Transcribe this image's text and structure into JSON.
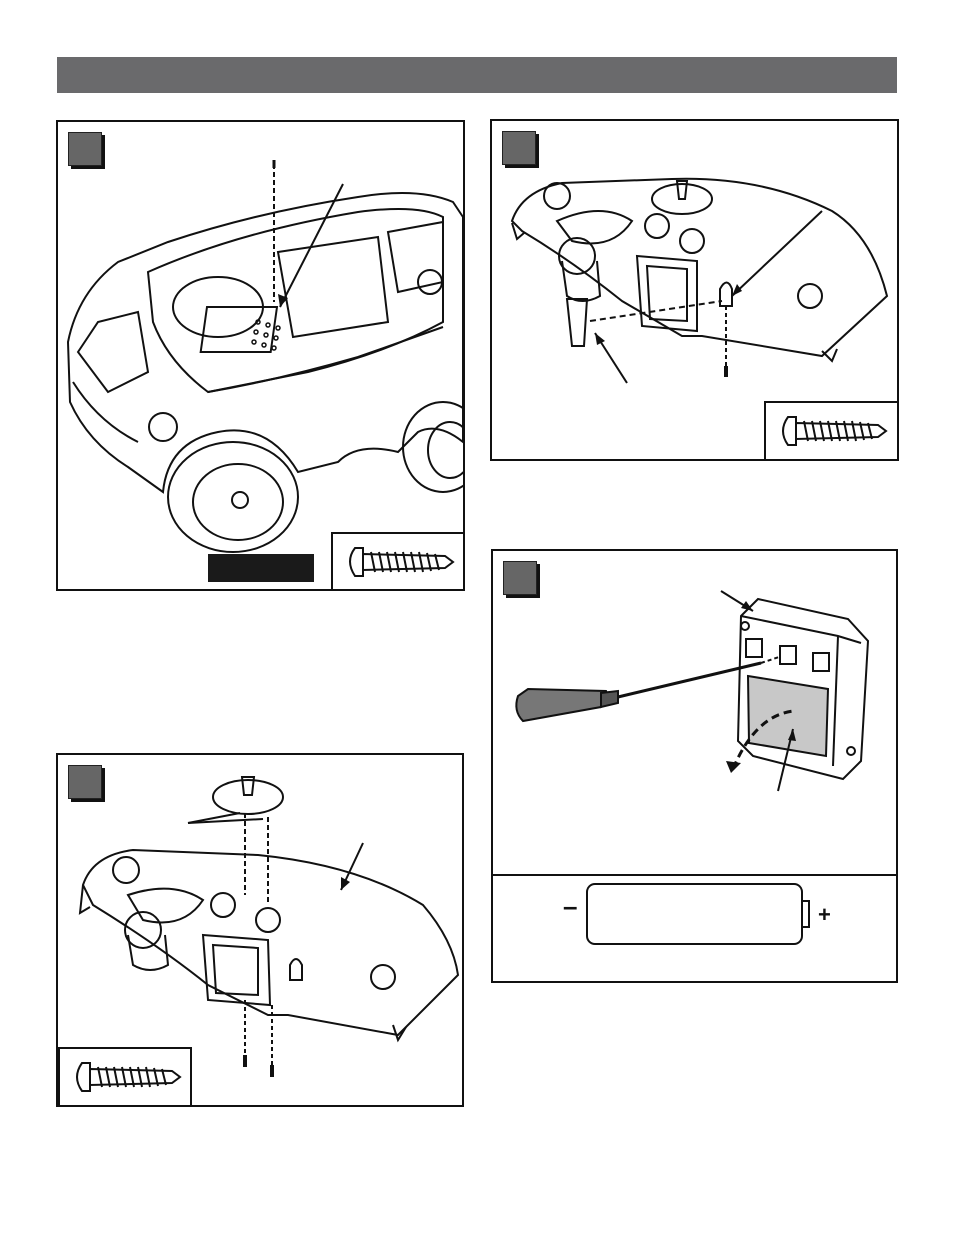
{
  "page": {
    "header_color": "#6a6a6c",
    "badge_color": "#666666",
    "line_color": "#111111"
  },
  "panels": [
    {
      "id": "step-1",
      "illustration": "car-body-icon",
      "hardware": "screw-icon"
    },
    {
      "id": "step-2",
      "illustration": "dashboard-icon",
      "hardware": "screw-icon"
    },
    {
      "id": "step-3",
      "illustration": "dashboard-icon",
      "hardware": "screw-icon"
    },
    {
      "id": "step-4",
      "illustration": "control-box-icon",
      "hardware": "battery-icon"
    }
  ],
  "battery": {
    "negative": "–",
    "positive": "+"
  }
}
